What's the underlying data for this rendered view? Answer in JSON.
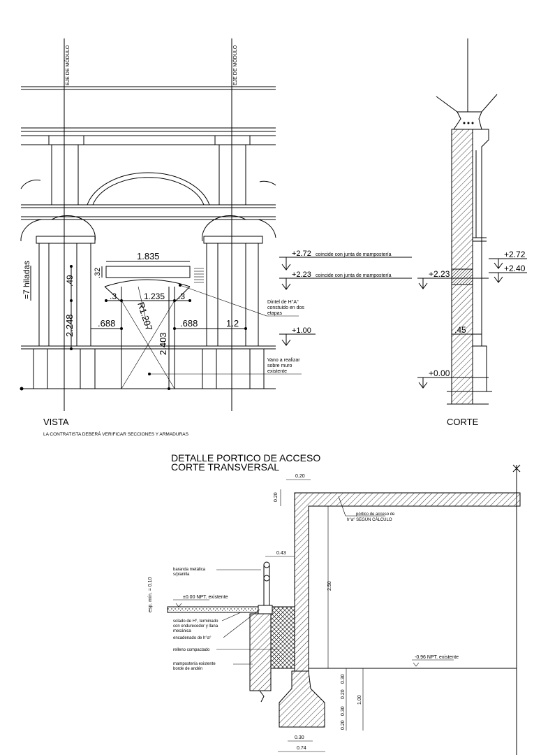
{
  "vista": {
    "axis_label_1": "EJE DE MÓDULO",
    "axis_label_2": "EJE DE MÓDULO",
    "title": "VISTA",
    "note": "LA CONTRATISTA DEBERÁ VERIFICAR SECCIONES Y ARMADURAS",
    "hiladas": "=7 hiladas",
    "dims": {
      "d1835": "1.835",
      "d32": ".32",
      "d3a": ".3",
      "d1235": "1.235",
      "d3b": ".3",
      "r1207": "R1.207",
      "d49": ".49",
      "d2248": "2.248",
      "d688a": ".688",
      "d688b": ".688",
      "d12": "1.2",
      "d2403": "2.403"
    },
    "levels": {
      "l272": "+2.72",
      "l272_note": "coincide con junta de mampostería",
      "l223": "+2.23",
      "l223_note": "coincide con junta de mampostería",
      "l100": "+1.00"
    },
    "notes": {
      "dintel_1": "Dintel de H°A°",
      "dintel_2": "constuido en dos",
      "dintel_3": "etapas",
      "vano_1": "Vano a realizar",
      "vano_2": "sobre muro",
      "vano_3": "existente"
    }
  },
  "corte": {
    "title": "CORTE",
    "l272": "+2.72",
    "l240": "+2.40",
    "l223": "+2.23",
    "d45": ".45",
    "l000": "+0.00"
  },
  "detalle": {
    "title_1": "DETALLE PORTICO DE ACCESO",
    "title_2": "CORTE TRANSVERSAL",
    "d020_top": "0.20",
    "d020_side": "0.20",
    "portico_1": "pórtico de acceso de",
    "portico_2": "h°a° SEGÚN CÁLCULO",
    "d043": "0.43",
    "d250": "2.50",
    "baranda_1": "baranda metálica",
    "baranda_2": "s/planilla",
    "esp": "esp. mín. = 0.10",
    "npt000": "±0.00 NPT. existente",
    "solado_1": "solado de H°, terminado",
    "solado_2": "con endurecedor y llana",
    "solado_3": "mecánica",
    "encadenado": "encadenado de h°a°",
    "relleno": "relleno compactado",
    "mamp_1": "mampostería existente",
    "mamp_2": "borde de andén",
    "npt096": "-0.96 NPT. existente",
    "v030a": "0.30",
    "v020a": "0.20",
    "v030b": "0.30",
    "v020b": "0.20",
    "v100": "1.00",
    "d030_bottom": "0.30",
    "d074": "0.74"
  }
}
